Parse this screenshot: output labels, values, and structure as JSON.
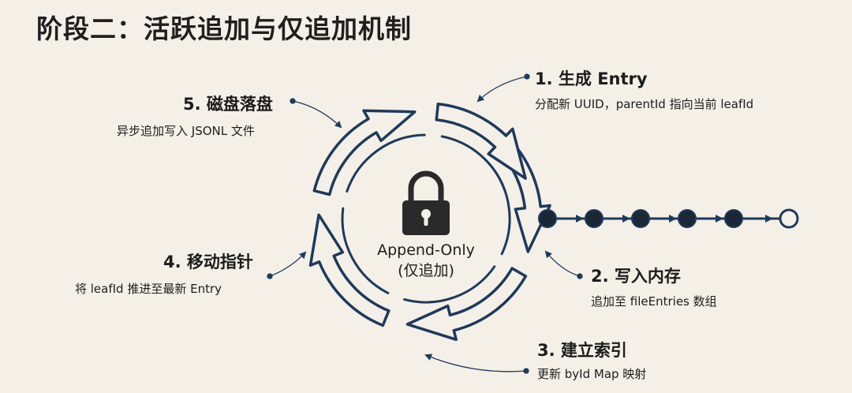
{
  "title": "阶段二：活跃追加与仅追加机制",
  "center": {
    "icon": "lock-icon",
    "line1": "Append-Only",
    "line2": "(仅追加)"
  },
  "steps": [
    {
      "title": "1. 生成 Entry",
      "desc": "分配新 UUID，parentId 指向当前 leafId"
    },
    {
      "title": "2. 写入内存",
      "desc": "追加至 fileEntries 数组"
    },
    {
      "title": "3. 建立索引",
      "desc": "更新 byId Map 映射"
    },
    {
      "title": "4. 移动指针",
      "desc": "将 leafId 推进至最新 Entry"
    },
    {
      "title": "5. 磁盘落盘",
      "desc": "异步追加写入 JSONL 文件"
    }
  ],
  "colors": {
    "navy": "#1e3a5c",
    "background": "#f4f0e8",
    "lock": "#2a2a2a"
  }
}
